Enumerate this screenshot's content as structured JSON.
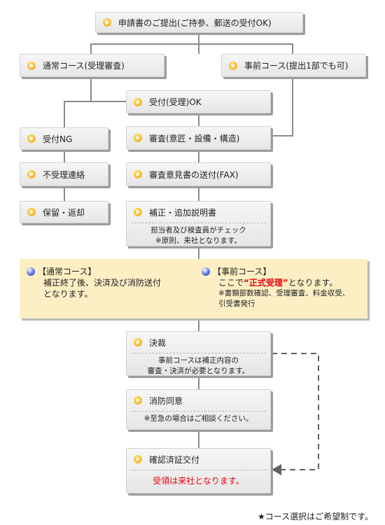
{
  "nodes": {
    "submit": "申請書のご提出(ご持参、郵送の受付OK)",
    "normal_course": "通常コース(受理審査)",
    "prior_course": "事前コース(提出1部でも可)",
    "accept_ok": "受付(受理)OK",
    "accept_ng": "受付NG",
    "review": "審査(意匠・設備・構造)",
    "not_accepted": "不受理連絡",
    "review_opinion_send": "審査意見書の送付(FAX)",
    "hold_return": "保留・返却",
    "amendment": "補正・追加説明書",
    "amendment_note1": "担当者及び検査員がチェック",
    "amendment_note2": "※原則、来社となります。",
    "decision": "決裁",
    "decision_note1": "事前コースは補正内容の",
    "decision_note2": "審査・決済が必要となります。",
    "fire_consent": "消防同意",
    "fire_note": "※至急の場合はご相談ください。",
    "certificate": "確認済証交付",
    "certificate_note": "受領は来社となります。"
  },
  "panel": {
    "left_title": "【通常コース】",
    "left_line1": "補正終了後、決済及び消防送付",
    "left_line2": "となります。",
    "right_title": "【事前コース】",
    "right_prefix": "ここで",
    "right_quote_open": "“",
    "right_highlight": "正式受理",
    "right_quote_close": "”",
    "right_suffix": "となります。",
    "right_note1": "※書類部数確認、受理審査、料金収受、",
    "right_note2": "引受書発行"
  },
  "footnote": "★コース選択はご希望制です。",
  "colors": {
    "panel_bg": "#fcefc4",
    "highlight": "#e8000b",
    "connector": "#8a8a8a"
  }
}
